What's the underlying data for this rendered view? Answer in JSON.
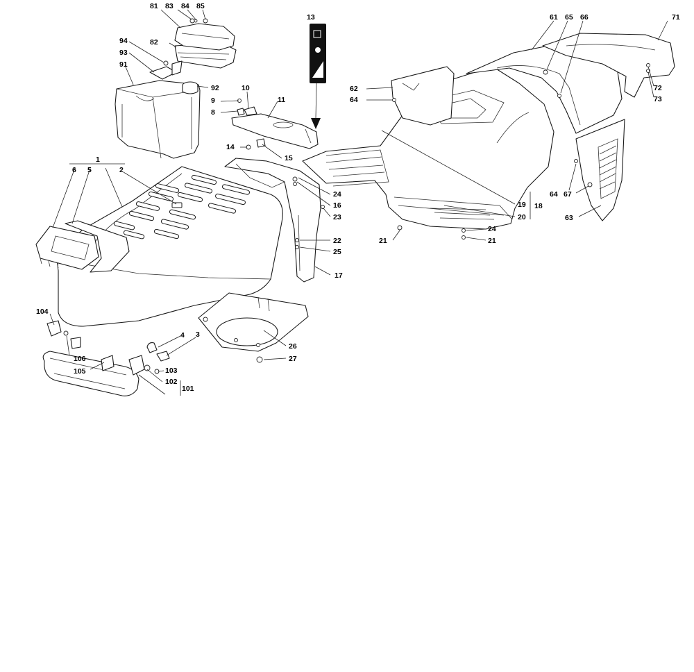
{
  "callouts": {
    "c1": "1",
    "c2": "2",
    "c3": "3",
    "c4": "4",
    "c5": "5",
    "c6": "6",
    "c8": "8",
    "c9": "9",
    "c10": "10",
    "c11": "11",
    "c13": "13",
    "c14": "14",
    "c15": "15",
    "c16": "16",
    "c17": "17",
    "c18": "18",
    "c19": "19",
    "c20": "20",
    "c21a": "21",
    "c21b": "21",
    "c22": "22",
    "c23": "23",
    "c24a": "24",
    "c24b": "24",
    "c25": "25",
    "c26": "26",
    "c27": "27",
    "c61": "61",
    "c62": "62",
    "c63": "63",
    "c64a": "64",
    "c64b": "64",
    "c65": "65",
    "c66": "66",
    "c67": "67",
    "c71": "71",
    "c72": "72",
    "c73": "73",
    "c81": "81",
    "c82": "82",
    "c83": "83",
    "c84": "84",
    "c85": "85",
    "c91": "91",
    "c92": "92",
    "c93": "93",
    "c94": "94",
    "c101": "101",
    "c102": "102",
    "c103": "103",
    "c104": "104",
    "c105": "105",
    "c106": "106"
  }
}
